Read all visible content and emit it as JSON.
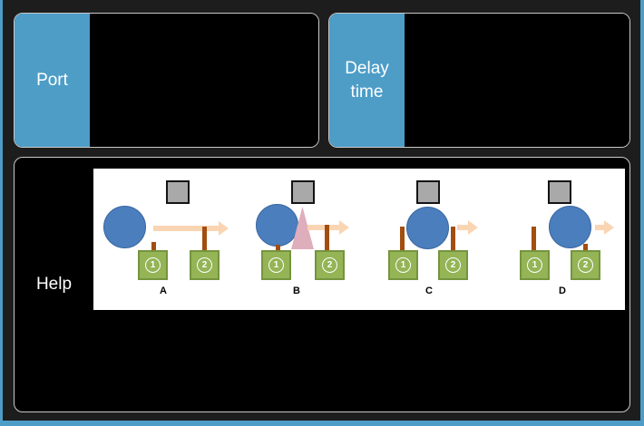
{
  "theme": {
    "accent_blue": "#4d9dc7",
    "window_bg": "#1d1d1d",
    "panel_bg": "#000000",
    "panel_border": "#c9c9c9",
    "circle_blue": "#4a7ebd",
    "sensor_green": "#94b456",
    "stem_brown": "#a24e10",
    "arrow_peach": "#fad5b3",
    "spray_pink": "#dfaebd",
    "machine_gray": "#a9a9a9"
  },
  "panels": {
    "port": {
      "label": "Port",
      "value": ""
    },
    "delay": {
      "label": "Delay time",
      "value": ""
    },
    "help": {
      "label": "Help"
    }
  },
  "diagram": {
    "sensor_numbers": [
      "1",
      "2"
    ],
    "scenarios": [
      {
        "label": "A"
      },
      {
        "label": "B"
      },
      {
        "label": "C"
      },
      {
        "label": "D"
      }
    ]
  }
}
